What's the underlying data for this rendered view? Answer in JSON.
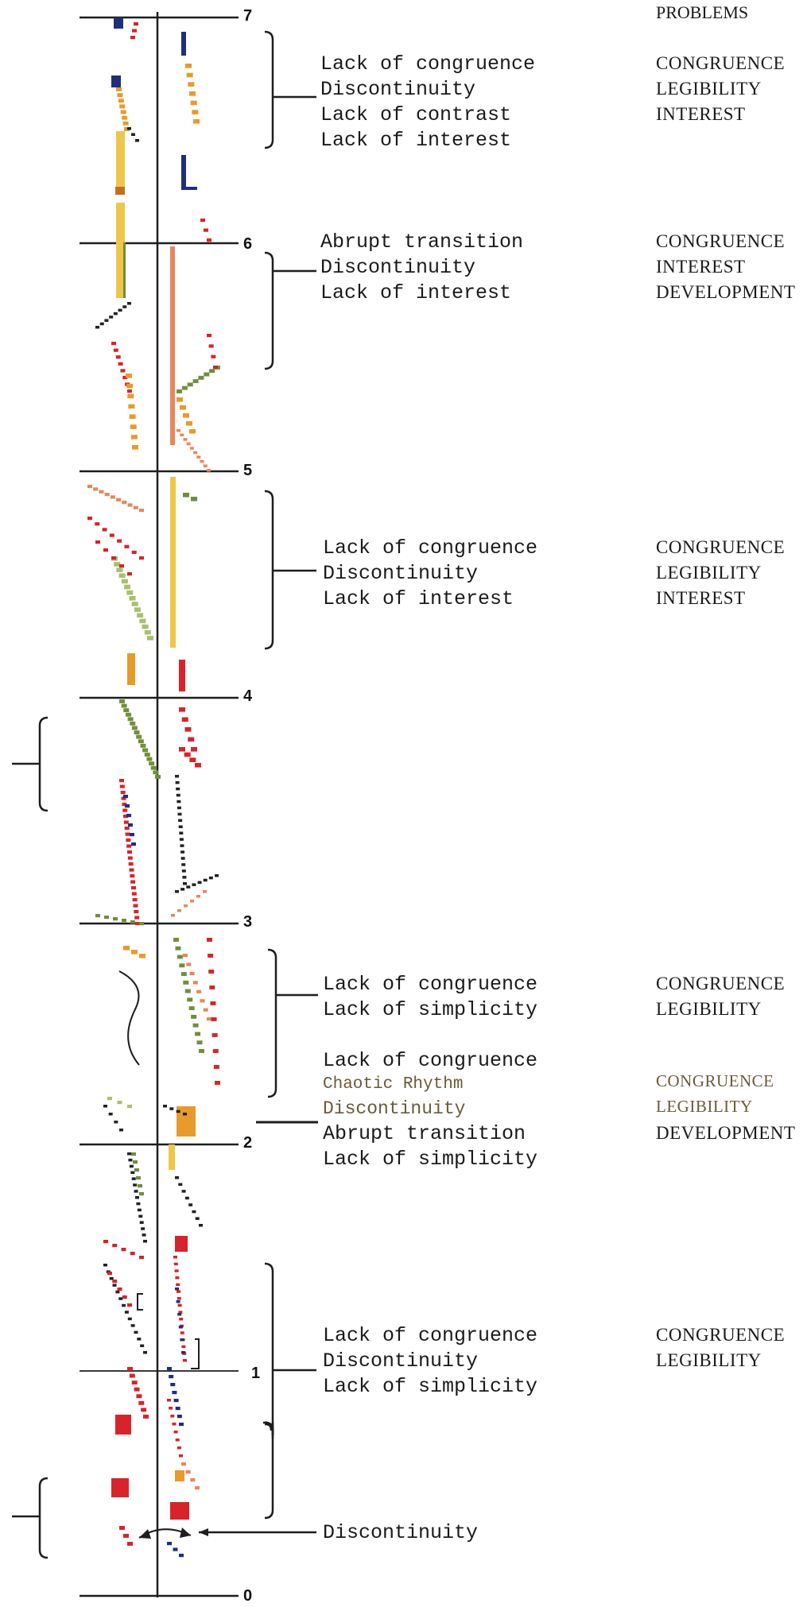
{
  "header": {
    "problems": "PROBLEMS"
  },
  "scale": [
    "7",
    "6",
    "5",
    "4",
    "3",
    "2",
    "1",
    "0"
  ],
  "groups": [
    {
      "issues": [
        "Lack of congruence",
        "Discontinuity",
        "Lack of contrast",
        "Lack of interest"
      ],
      "categories": [
        "CONGRUENCE",
        "LEGIBILITY",
        "INTEREST"
      ]
    },
    {
      "issues": [
        "Abrupt transition",
        "Discontinuity",
        "Lack of interest"
      ],
      "categories": [
        "CONGRUENCE",
        "INTEREST",
        "DEVELOPMENT"
      ]
    },
    {
      "issues": [
        "Lack of congruence",
        "Discontinuity",
        "Lack of interest"
      ],
      "categories": [
        "CONGRUENCE",
        "LEGIBILITY",
        "INTEREST"
      ]
    },
    {
      "issues": [
        "Lack of congruence",
        "Lack of simplicity"
      ],
      "categories": [
        "CONGRUENCE",
        "LEGIBILITY"
      ]
    },
    {
      "issues": [
        "Lack of congruence",
        "Chaotic Rhythm",
        "Discontinuity",
        "Abrupt transition",
        "Lack of simplicity"
      ],
      "categories": [
        "CONGRUENCE",
        "LEGIBILITY",
        "DEVELOPMENT"
      ]
    },
    {
      "issues": [
        "Lack of congruence",
        "Discontinuity",
        "Lack of simplicity"
      ],
      "categories": [
        "CONGRUENCE",
        "LEGIBILITY"
      ]
    },
    {
      "issues": [
        "Discontinuity"
      ],
      "categories": []
    }
  ],
  "colors": {
    "line": "#1e1e1e",
    "red": "#d8232a",
    "orange": "#e89a2c",
    "yellow": "#eec64a",
    "green": "#6f8f3a",
    "lightgreen": "#a8c070",
    "navy": "#1f2f7a",
    "salmon": "#e8865a",
    "black": "#222222"
  }
}
